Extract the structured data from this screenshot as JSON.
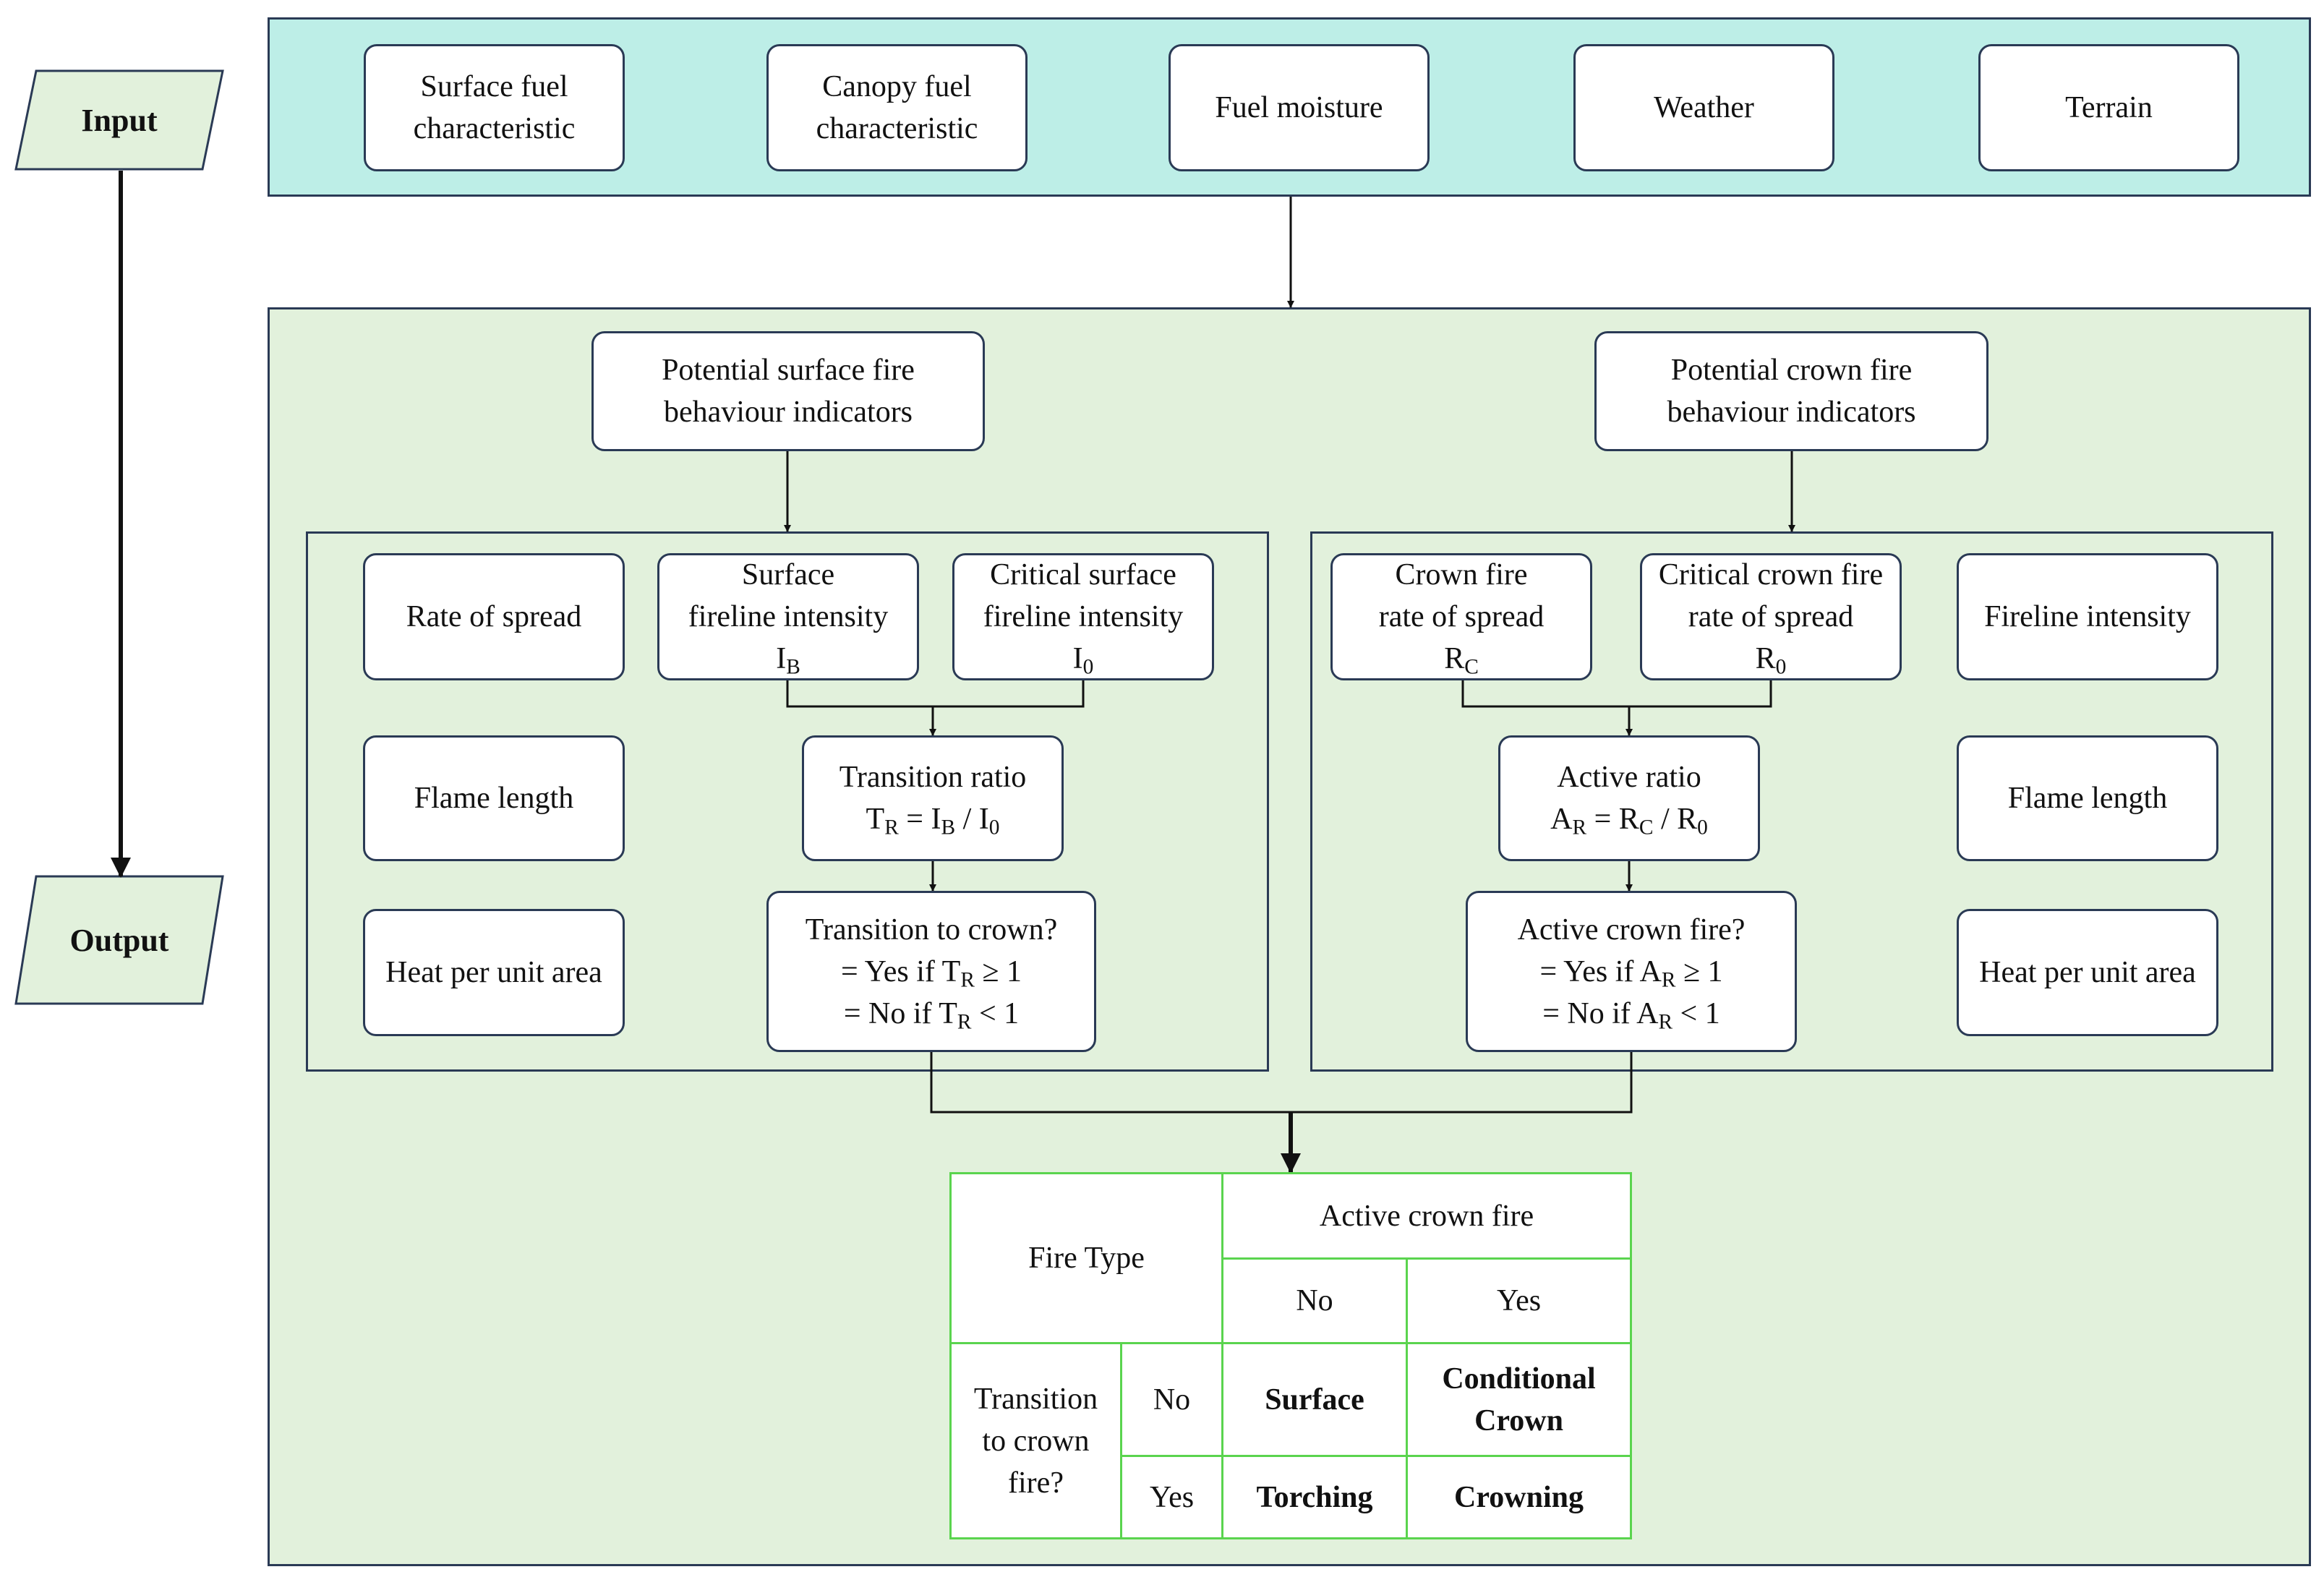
{
  "flow": {
    "input_label": "Input",
    "output_label": "Output"
  },
  "inputs": [
    [
      "Surface fuel",
      "characteristic"
    ],
    [
      "Canopy fuel",
      "characteristic"
    ],
    [
      "Fuel moisture"
    ],
    [
      "Weather"
    ],
    [
      "Terrain"
    ]
  ],
  "surface": {
    "header": [
      "Potential surface fire",
      "behaviour indicators"
    ],
    "rate_of_spread": "Rate of spread",
    "intensity": {
      "line1": "Surface",
      "line2": "fireline intensity",
      "sym": "I",
      "sub": "B"
    },
    "critical": {
      "line1": "Critical surface",
      "line2": "fireline intensity",
      "sym": "I",
      "sub": "0"
    },
    "flame_length": "Flame length",
    "heat": "Heat per unit area",
    "ratio": {
      "title": "Transition ratio",
      "formula": [
        "T",
        "R",
        " = I",
        "B",
        " / I",
        "0"
      ]
    },
    "question": {
      "title": "Transition to crown?",
      "yes": [
        "= Yes if T",
        "R",
        " ≥ 1"
      ],
      "no": [
        "= No if T",
        "R",
        " < 1"
      ]
    }
  },
  "crown": {
    "header": [
      "Potential crown fire",
      "behaviour indicators"
    ],
    "ros": {
      "line1": "Crown fire",
      "line2": "rate of spread",
      "sym": "R",
      "sub": "C"
    },
    "critical": {
      "line1": "Critical crown fire",
      "line2": "rate of spread",
      "sym": "R",
      "sub": "0"
    },
    "intensity": "Fireline intensity",
    "flame_length": "Flame length",
    "heat": "Heat per unit area",
    "ratio": {
      "title": "Active ratio",
      "formula": [
        "A",
        "R",
        " = R",
        "C",
        " / R",
        "0"
      ]
    },
    "question": {
      "title": "Active crown fire?",
      "yes": [
        "= Yes if A",
        "R",
        " ≥ 1"
      ],
      "no": [
        "= No if A",
        "R",
        " < 1"
      ]
    }
  },
  "table": {
    "corner": "Fire Type",
    "active_header": "Active crown fire",
    "col_no": "No",
    "col_yes": "Yes",
    "row_header": [
      "Transition",
      "to crown",
      "fire?"
    ],
    "row_no": "No",
    "row_yes": "Yes",
    "surface": "Surface",
    "conditional": [
      "Conditional",
      "Crown"
    ],
    "torching": "Torching",
    "crowning": "Crowning"
  },
  "colors": {
    "input_panel": "#bdeee7",
    "main_panel": "#e2f1dc",
    "table_border": "#5ad44e",
    "outline": "#2a3a55"
  }
}
